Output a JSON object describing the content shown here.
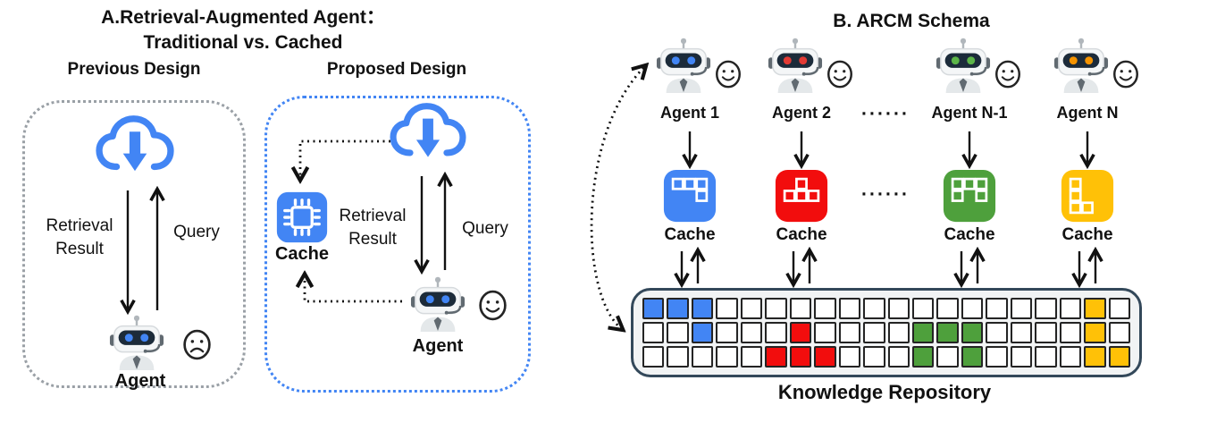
{
  "panel_a": {
    "title_line1": "A.Retrieval-Augmented Agent：",
    "title_line2": "Traditional vs. Cached",
    "previous": {
      "heading": "Previous Design",
      "retrieval_line1": "Retrieval",
      "retrieval_line2": "Result",
      "query": "Query",
      "agent": "Agent",
      "mood": "sad"
    },
    "proposed": {
      "heading": "Proposed Design",
      "cache": "Cache",
      "retrieval_line1": "Retrieval",
      "retrieval_line2": "Result",
      "query": "Query",
      "agent": "Agent",
      "mood": "happy"
    }
  },
  "panel_b": {
    "title": "B. ARCM Schema",
    "agents_ellipsis": "······",
    "cache_ellipsis": "······",
    "agents": [
      {
        "label": "Agent 1",
        "cache_label": "Cache",
        "color": "#4285F4",
        "eye_color": "#4285F4",
        "mood": "happy",
        "cache_pattern": [
          [
            0,
            0
          ],
          [
            0,
            1
          ],
          [
            0,
            2
          ],
          [
            1,
            2
          ]
        ]
      },
      {
        "label": "Agent 2",
        "cache_label": "Cache",
        "color": "#F20D0D",
        "eye_color": "#E23A34",
        "mood": "happy",
        "cache_pattern": [
          [
            0,
            1
          ],
          [
            1,
            0
          ],
          [
            1,
            1
          ],
          [
            1,
            2
          ]
        ]
      },
      {
        "label": "Agent N-1",
        "cache_label": "Cache",
        "color": "#4EA03C",
        "eye_color": "#5CB548",
        "mood": "happy",
        "cache_pattern": [
          [
            0,
            0
          ],
          [
            0,
            1
          ],
          [
            0,
            2
          ],
          [
            1,
            0
          ],
          [
            1,
            2
          ]
        ]
      },
      {
        "label": "Agent N",
        "cache_label": "Cache",
        "color": "#FFC107",
        "eye_color": "#F59300",
        "mood": "happy",
        "cache_pattern": [
          [
            0,
            0
          ],
          [
            1,
            0
          ],
          [
            2,
            0
          ],
          [
            2,
            1
          ]
        ]
      }
    ],
    "repository": {
      "label": "Knowledge Repository",
      "columns": 20,
      "color_map": {
        "B": "#4285F4",
        "R": "#F20D0D",
        "G": "#4EA03C",
        "Y": "#FFC107"
      },
      "rows": [
        [
          "B",
          "B",
          "B",
          "",
          "",
          "",
          "",
          "",
          "",
          "",
          "",
          "",
          "",
          "",
          "",
          "",
          "",
          "",
          "Y",
          ""
        ],
        [
          "",
          "",
          "B",
          "",
          "",
          "",
          "R",
          "",
          "",
          "",
          "",
          "G",
          "G",
          "G",
          "",
          "",
          "",
          "",
          "Y",
          ""
        ],
        [
          "",
          "",
          "",
          "",
          "",
          "R",
          "R",
          "R",
          "",
          "",
          "",
          "G",
          "",
          "G",
          "",
          "",
          "",
          "",
          "Y",
          "Y"
        ]
      ]
    }
  },
  "colors": {
    "blue": "#4285F4",
    "gray_border": "#9aa0a6",
    "repo_border": "#33485a",
    "repo_bg": "#f1f3f4",
    "text": "#111111"
  }
}
